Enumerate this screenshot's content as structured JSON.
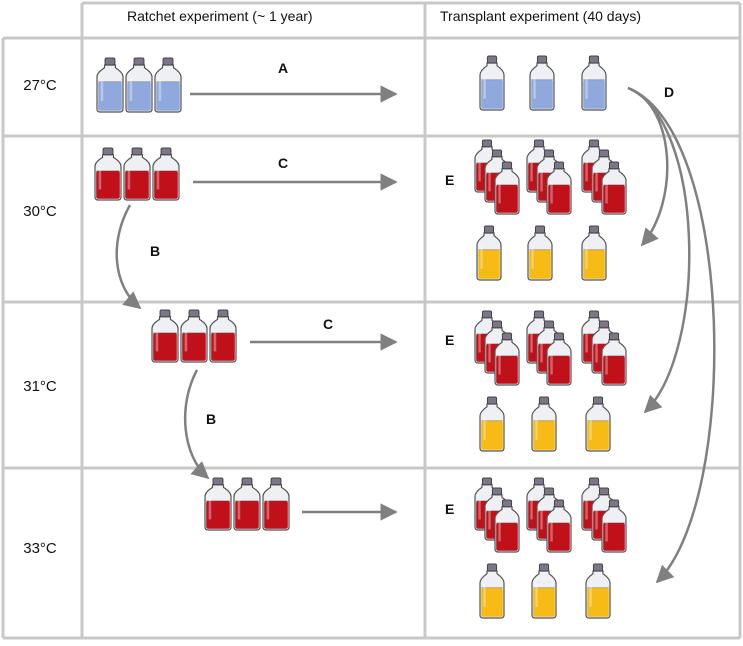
{
  "headers": {
    "ratchet": "Ratchet experiment (~ 1 year)",
    "transplant": "Transplant experiment (40 days)"
  },
  "rows": [
    {
      "temp": "27°C"
    },
    {
      "temp": "30°C"
    },
    {
      "temp": "31°C"
    },
    {
      "temp": "33°C"
    }
  ],
  "labels": {
    "A": "A",
    "B": "B",
    "C": "C",
    "D": "D",
    "E": "E"
  },
  "colors": {
    "blue_medium": "#8fa9dd",
    "red_medium": "#c0101a",
    "yellow_medium": "#f6bb14",
    "cap": "#7e7688",
    "grid": "#c8c8c8",
    "arrow": "#808080"
  }
}
